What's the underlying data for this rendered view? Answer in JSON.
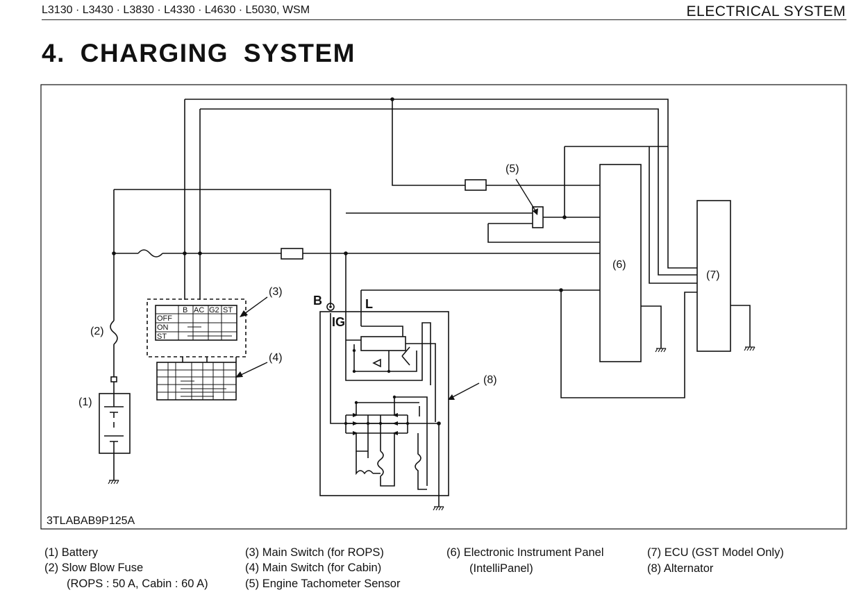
{
  "header": {
    "models": "L3130 · L3430 · L3830 · L4330 · L4630 · L5030, WSM",
    "section": "ELECTRICAL  SYSTEM"
  },
  "page_title": "4.  CHARGING  SYSTEM",
  "figure": {
    "code": "3TLABAB9P125A",
    "callouts": [
      "(1)",
      "(2)",
      "(3)",
      "(4)",
      "(5)",
      "(6)",
      "(7)",
      "(8)"
    ],
    "terminals": {
      "b": "B",
      "ig": "IG",
      "l": "L"
    },
    "switch_table": {
      "columns": [
        "B",
        "AC",
        "G2",
        "ST"
      ],
      "rows": [
        "OFF",
        "ON",
        "ST"
      ]
    }
  },
  "legend": {
    "battery": "(1)  Battery",
    "fuse": "(2)  Slow Blow Fuse",
    "fuse_note": "(ROPS : 50 A, Cabin : 60 A)",
    "switch_rops": "(3)  Main Switch (for ROPS)",
    "switch_cabin": "(4)  Main Switch (for Cabin)",
    "tacho": "(5)  Engine Tachometer Sensor",
    "panel": "(6)  Electronic Instrument Panel",
    "panel_note": "(IntelliPanel)",
    "ecu": "(7)  ECU (GST Model Only)",
    "alternator": "(8)  Alternator"
  }
}
